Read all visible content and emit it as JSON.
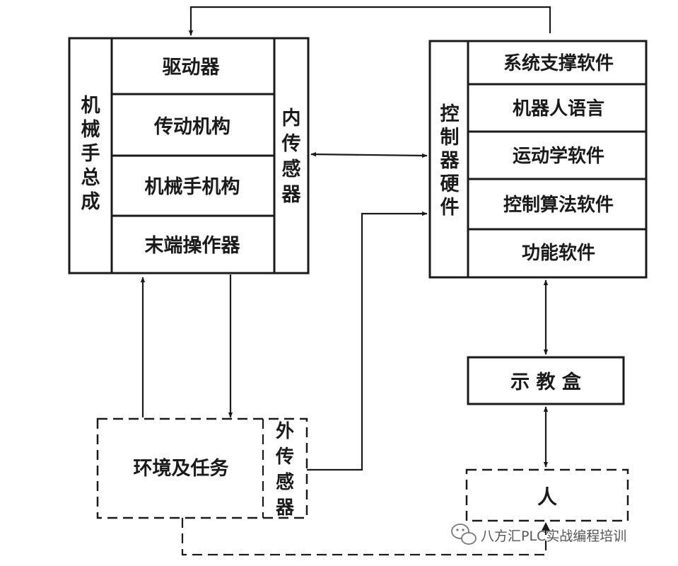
{
  "arm": {
    "side_label": "机械手总成",
    "blocks": [
      "驱动器",
      "传动机构",
      "机械手机构",
      "末端操作器"
    ],
    "inner_sensor": "内传感器"
  },
  "controller": {
    "side_label": "控制器硬件",
    "blocks": [
      "系统支撑软件",
      "机器人语言",
      "运动学软件",
      "控制算法软件",
      "功能软件"
    ]
  },
  "teach_box": "示 教 盒",
  "person": "人",
  "environment": {
    "label": "环境及任务",
    "outer_sensor": "外传感器"
  },
  "watermark": {
    "icon": "wechat-icon",
    "text": "八方汇PLC实战编程培训"
  },
  "colors": {
    "line": "#1a1a1a",
    "background": "#ffffff",
    "watermark": "#555555"
  }
}
